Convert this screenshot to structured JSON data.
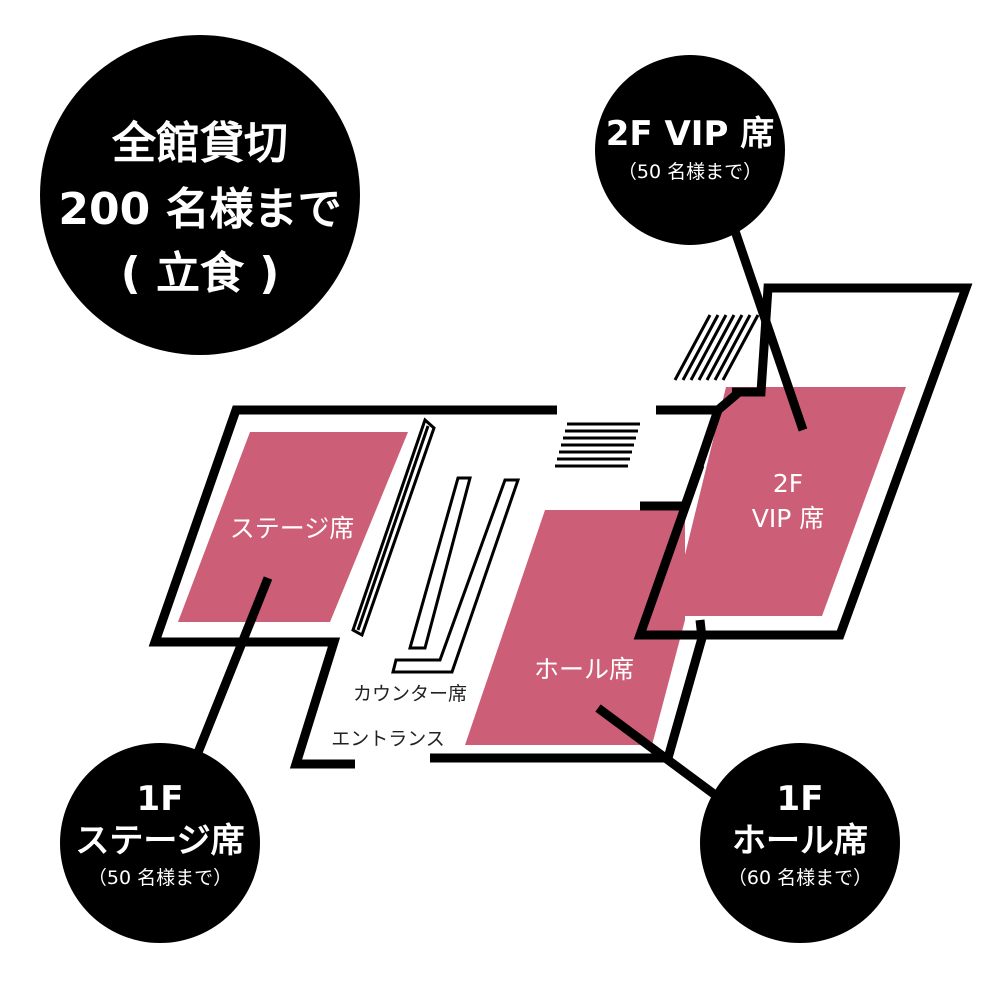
{
  "colors": {
    "badge": "#000000",
    "seating": "#cc5f77",
    "wall": "#000000",
    "background": "#ffffff"
  },
  "badges": {
    "capacity": {
      "line1": "全館貸切",
      "line2": "200 名様まで",
      "line3": "( 立食 )"
    },
    "vip": {
      "title": "2F VIP 席",
      "note": "（50 名様まで）"
    },
    "stage": {
      "line1": "1F",
      "line2": "ステージ席",
      "note": "（50 名様まで）"
    },
    "hall": {
      "line1": "1F",
      "line2": "ホール席",
      "note": "（60 名様まで）"
    }
  },
  "floor_plan": {
    "stage_area": "ステージ席",
    "hall_area": "ホール席",
    "vip_area": {
      "line1": "2F",
      "line2": "VIP 席"
    },
    "counter": "カウンター席",
    "entrance": "エントランス"
  }
}
